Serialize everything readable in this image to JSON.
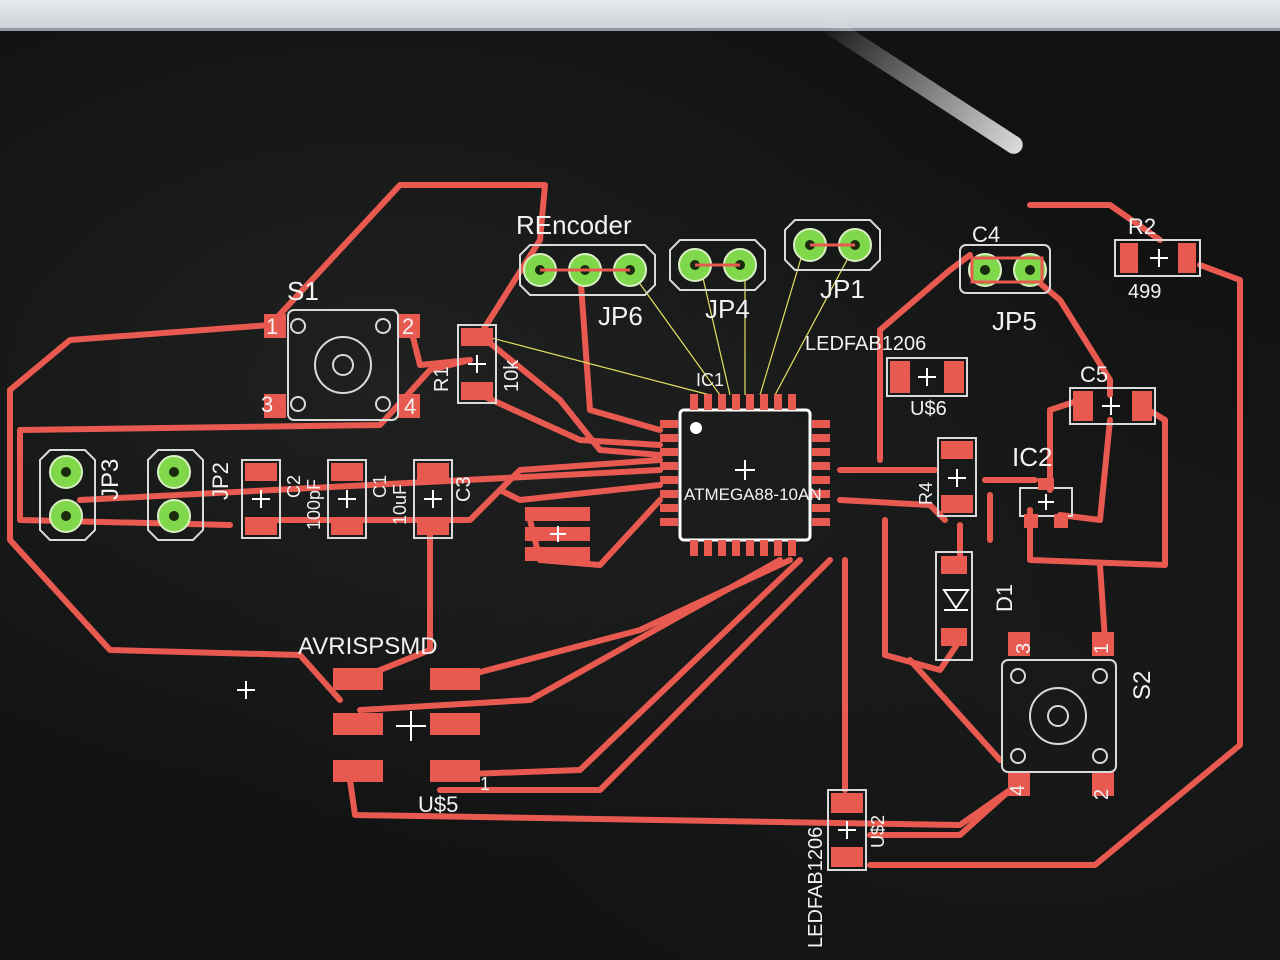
{
  "labels": {
    "s1": "S1",
    "rencoder": "REncoder",
    "jp6": "JP6",
    "jp4": "JP4",
    "jp1": "JP1",
    "c4": "C4",
    "jp5": "JP5",
    "r2": "R2",
    "r2_value": "499",
    "ledfab_top": "LEDFAB1206",
    "us6": "U$6",
    "c5": "C5",
    "ic1": "IC1",
    "ic2": "IC2",
    "ic1_part": "ATMEGA88-10AN",
    "r1": "R1",
    "r1_value": "10k",
    "r4": "R4",
    "d1": "D1",
    "jp3": "JP3",
    "jp2": "JP2",
    "c2": "C2",
    "c2_value": "100pF",
    "c1": "C1",
    "c1_value": "10uF",
    "c3": "C3",
    "avrisp": "AVRISPSMD",
    "us5": "U$5",
    "us2": "U$2",
    "ledfab_bottom": "LEDFAB1206",
    "s2": "S2",
    "pin_1": "1",
    "pin_2": "2",
    "pin_3": "3",
    "pin_4": "4"
  },
  "colors": {
    "trace": "#e85a50",
    "via": "#7fd84a",
    "silkscreen": "#f2f2f2",
    "background": "#101111"
  }
}
